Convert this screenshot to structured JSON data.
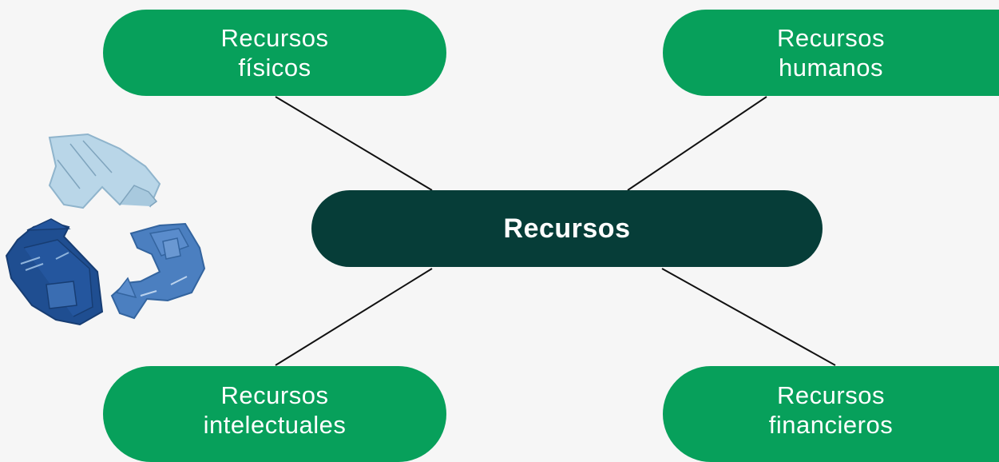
{
  "center": {
    "label": "Recursos"
  },
  "nodes": [
    {
      "id": "fisicos",
      "line1": "Recursos",
      "line2": "físicos"
    },
    {
      "id": "humanos",
      "line1": "Recursos",
      "line2": "humanos"
    },
    {
      "id": "intelectuales",
      "line1": "Recursos",
      "line2": "intelectuales"
    },
    {
      "id": "financieros",
      "line1": "Recursos",
      "line2": "financieros"
    }
  ],
  "colors": {
    "leaf": "#07a05b",
    "center": "#063d38",
    "connector": "#111111",
    "background": "#f6f6f6"
  },
  "illustration": {
    "icon": "recycle-jeans-icon"
  }
}
